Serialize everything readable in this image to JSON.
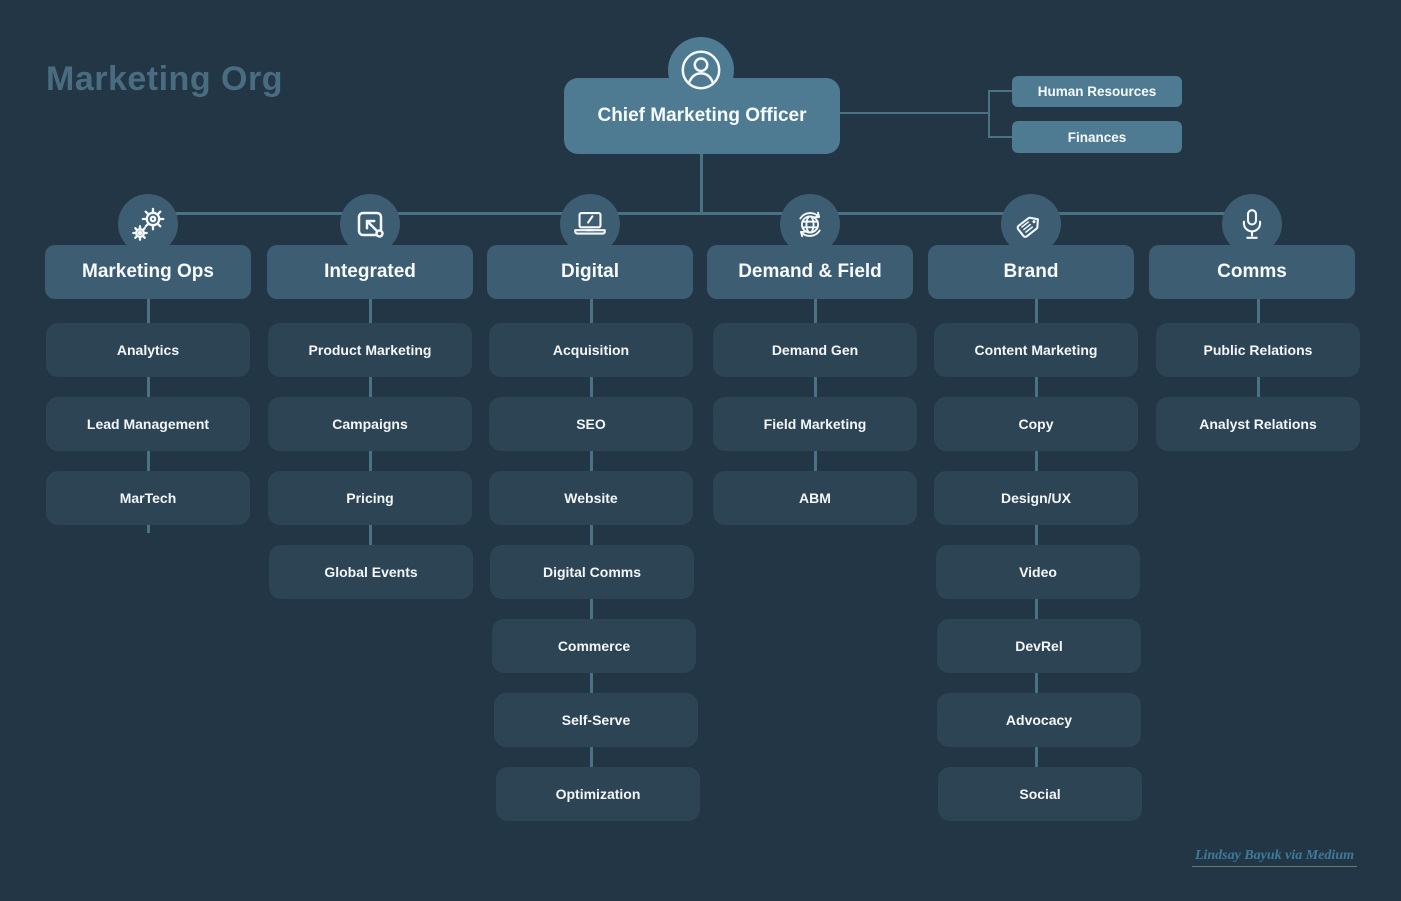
{
  "page": {
    "title": "Marketing Org",
    "attribution": "Lindsay Bayuk via Medium"
  },
  "colors": {
    "background": "#233645",
    "executive_box": "#4e7b91",
    "department_box": "#3d5d72",
    "sub_box": "#2d4454",
    "connector": "#4a7285",
    "title_text": "#4a6c80",
    "label_text": "#f7fafb",
    "attribution_text": "#3f7a99"
  },
  "root": {
    "label": "Chief Marketing Officer",
    "icon": "person-icon"
  },
  "staff_boxes": [
    {
      "label": "Human Resources"
    },
    {
      "label": "Finances"
    }
  ],
  "departments": [
    {
      "label": "Marketing Ops",
      "icon": "gears-icon",
      "children": [
        "Analytics",
        "Lead Management",
        "MarTech"
      ]
    },
    {
      "label": "Integrated",
      "icon": "arrow-into-box-icon",
      "children": [
        "Product Marketing",
        "Campaigns",
        "Pricing",
        "Global Events"
      ]
    },
    {
      "label": "Digital",
      "icon": "laptop-icon",
      "children": [
        "Acquisition",
        "SEO",
        "Website",
        "Digital Comms",
        "Commerce",
        "Self-Serve",
        "Optimization"
      ]
    },
    {
      "label": "Demand & Field",
      "icon": "globe-sync-icon",
      "children": [
        "Demand Gen",
        "Field Marketing",
        "ABM"
      ]
    },
    {
      "label": "Brand",
      "icon": "price-tag-icon",
      "children": [
        "Content Marketing",
        "Copy",
        "Design/UX",
        "Video",
        "DevRel",
        "Advocacy",
        "Social"
      ]
    },
    {
      "label": "Comms",
      "icon": "microphone-icon",
      "children": [
        "Public Relations",
        "Analyst Relations"
      ]
    }
  ]
}
